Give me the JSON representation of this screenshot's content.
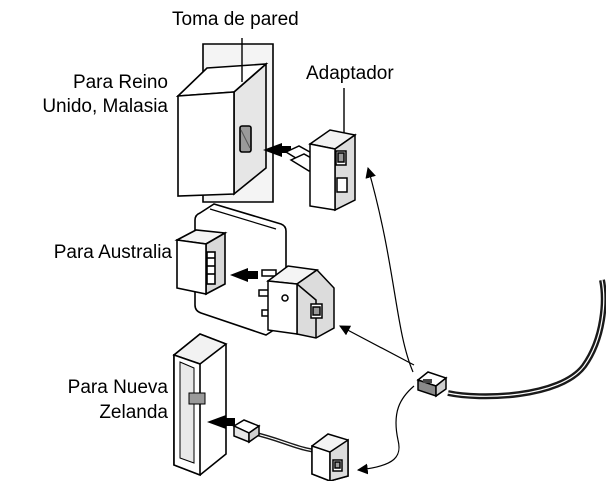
{
  "labels": {
    "wall_socket": "Toma de pared",
    "adapter": "Adaptador",
    "uk_line1": "Para Reino",
    "uk_line2": "Unido, Malasia",
    "australia": "Para Australia",
    "nz_line1": "Para Nueva",
    "nz_line2": "Zelanda"
  },
  "colors": {
    "line": "#000000",
    "device_fill": "#ffffff",
    "shade": "#cfcfcf",
    "dark_shade": "#8a8a8a",
    "cable": "#1a1a1a"
  }
}
